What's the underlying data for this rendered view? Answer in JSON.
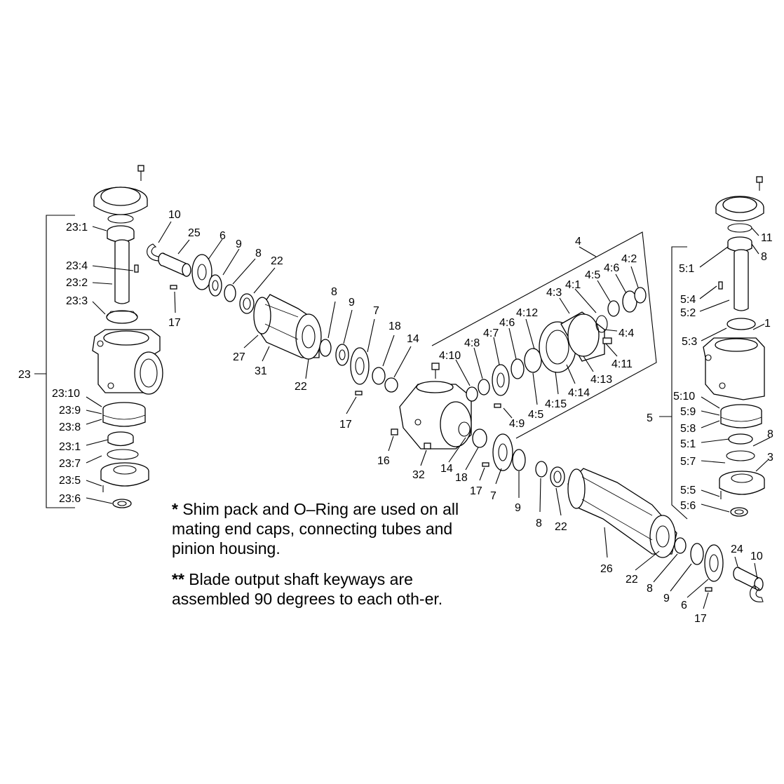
{
  "notes": {
    "note1_marker": "*",
    "note1_text": " Shim pack and O–Ring are used on all mating end caps, connecting tubes and pinion housing.",
    "note2_marker": "**",
    "note2_text": " Blade output shaft keyways are assembled 90 degrees to each oth-er."
  },
  "callouts": {
    "c23": "23",
    "c23_1a": "23:1",
    "c23_4": "23:4",
    "c23_2": "23:2",
    "c23_3": "23:3",
    "c23_10": "23:10",
    "c23_9": "23:9",
    "c23_8": "23:8",
    "c23_1b": "23:1",
    "c23_7": "23:7",
    "c23_5": "23:5",
    "c23_6": "23:6",
    "c10a": "10",
    "c25": "25",
    "c6a": "6",
    "c9a": "9",
    "c8a": "8",
    "c22a": "22",
    "c17a": "17",
    "c27": "27",
    "c31": "31",
    "c22b": "22",
    "c8b": "8",
    "c9b": "9",
    "c7a": "7",
    "c18a": "18",
    "c14a": "14",
    "c17b": "17",
    "c16": "16",
    "c32": "32",
    "c14b": "14",
    "c18b": "18",
    "c17c": "17",
    "c7b": "7",
    "c9c": "9",
    "c8c": "8",
    "c22c": "22",
    "c26": "26",
    "c22d": "22",
    "c8d": "8",
    "c9d": "9",
    "c6b": "6",
    "c17d": "17",
    "c24": "24",
    "c10b": "10",
    "c4": "4",
    "c4_2": "4:2",
    "c4_6a": "4:6",
    "c4_5a": "4:5",
    "c4_1": "4:1",
    "c4_3": "4:3",
    "c4_12": "4:12",
    "c4_6b": "4:6",
    "c4_7": "4:7",
    "c4_8": "4:8",
    "c4_10": "4:10",
    "c4_4": "4:4",
    "c4_11": "4:11",
    "c4_13": "4:13",
    "c4_14": "4:14",
    "c4_15": "4:15",
    "c4_5b": "4:5",
    "c4_9": "4:9",
    "c11": "11",
    "c8e": "8",
    "c5_1a": "5:1",
    "c5_4": "5:4",
    "c5_2": "5:2",
    "c1": "1",
    "c5_3": "5:3",
    "c5_10": "5:10",
    "c5_9": "5:9",
    "c5_8": "5:8",
    "c5_1b": "5:1",
    "c8f": "8",
    "c5": "5",
    "c5_7": "5:7",
    "c3": "3",
    "c5_5": "5:5",
    "c5_6": "5:6"
  }
}
